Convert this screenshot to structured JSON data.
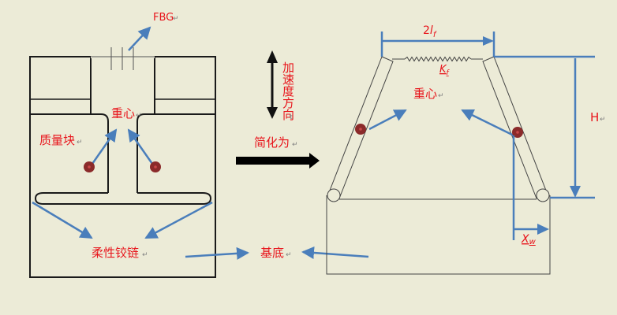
{
  "colors": {
    "background": "#ECEBD7",
    "label": "#E8141B",
    "arrow": "#4A7EBB",
    "outline": "#1A1A1A",
    "mass_point": "#8B2A2A"
  },
  "left_figure": {
    "fbg_label": "FBG",
    "center_of_gravity_label": "重心",
    "mass_block_label": "质量块",
    "flexible_hinge_label": "柔性铰链"
  },
  "middle": {
    "acceleration_direction_label": "加速度方向",
    "simplified_as_label": "简化为",
    "base_label": "基底"
  },
  "right_figure": {
    "length_label_prefix": "2",
    "length_label_var": "l",
    "length_label_sub": "f",
    "stiffness_label_var": "K",
    "stiffness_label_sub": "f",
    "center_of_gravity_label": "重心",
    "height_label": "H",
    "offset_label_var": "X",
    "offset_label_sub": "w"
  },
  "paragraph_mark": "↵"
}
